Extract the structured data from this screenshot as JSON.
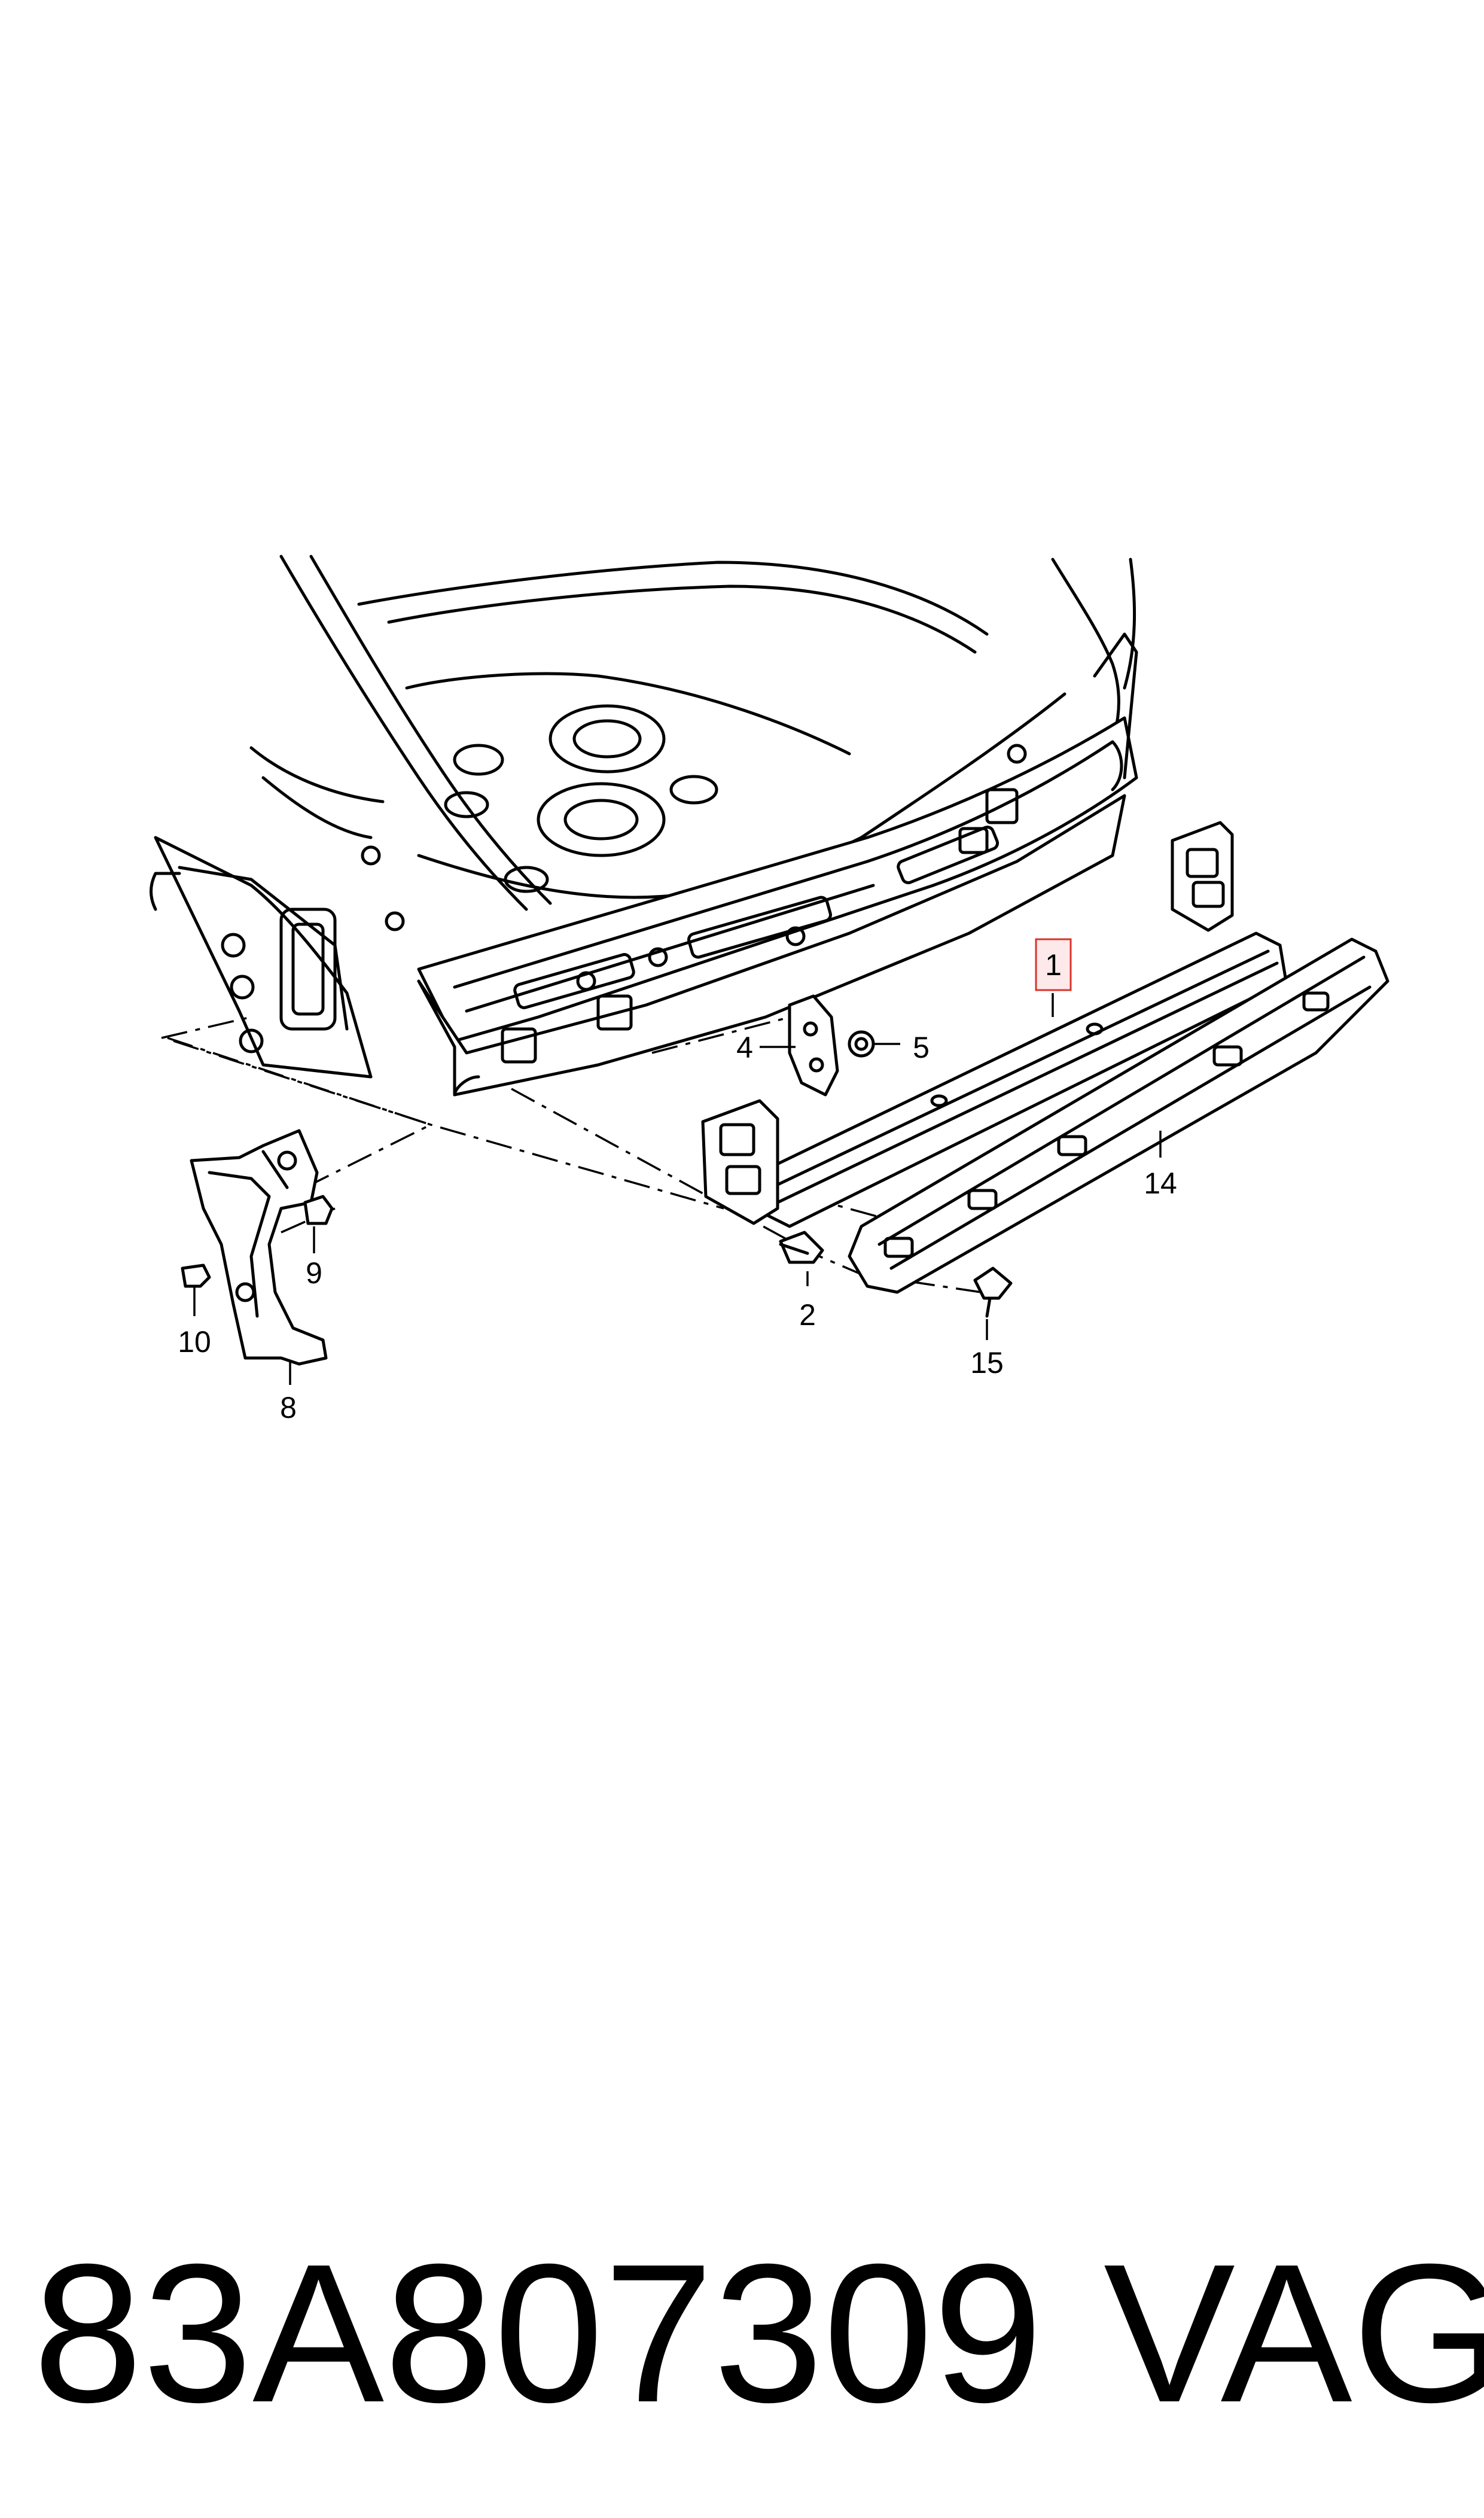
{
  "diagram": {
    "callouts": [
      {
        "id": "1",
        "label": "1",
        "highlighted": true
      },
      {
        "id": "2",
        "label": "2"
      },
      {
        "id": "4",
        "label": "4"
      },
      {
        "id": "5",
        "label": "5"
      },
      {
        "id": "8",
        "label": "8"
      },
      {
        "id": "9",
        "label": "9"
      },
      {
        "id": "10",
        "label": "10"
      },
      {
        "id": "14",
        "label": "14"
      },
      {
        "id": "15",
        "label": "15"
      }
    ],
    "highlight_color": "#d9342b"
  },
  "footer": {
    "part_number": "83A807309",
    "brand": "VAG"
  }
}
